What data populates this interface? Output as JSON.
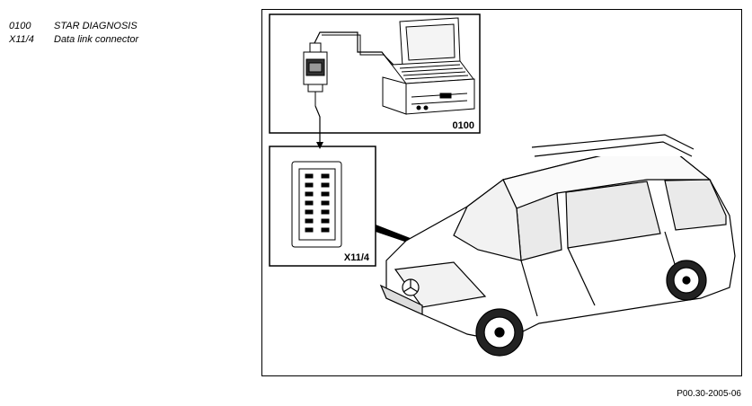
{
  "legend": [
    {
      "code": "0100",
      "text": "STAR DIAGNOSIS"
    },
    {
      "code": "X11/4",
      "text": "Data link connector"
    }
  ],
  "figure": {
    "box_labels": {
      "star_diagnosis": "0100",
      "connector": "X11/4"
    }
  },
  "reference": "P00.30-2005-06"
}
